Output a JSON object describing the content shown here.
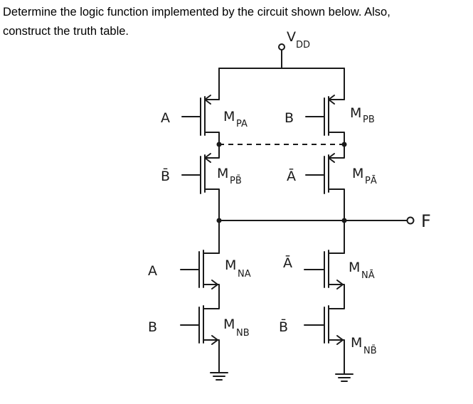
{
  "question": {
    "line1": "Determine the logic function implemented by the circuit shown below. Also,",
    "line2": "construct the truth table."
  },
  "supply": {
    "main": "V",
    "sub": "DD"
  },
  "output": "F",
  "transistors": {
    "mpa": {
      "gate": "A",
      "name": "M",
      "sub": "PA"
    },
    "mpb": {
      "gate": "B",
      "name": "M",
      "sub": "PB"
    },
    "mpbbar": {
      "gate": "B̄",
      "name": "M",
      "sub": "PB̄"
    },
    "mpabar": {
      "gate": "Ā",
      "name": "M",
      "sub": "PĀ"
    },
    "mna": {
      "gate": "A",
      "name": "M",
      "sub": "NA"
    },
    "mnabar": {
      "gate": "Ā",
      "name": "M",
      "sub": "NĀ"
    },
    "mnb": {
      "gate": "B",
      "name": "M",
      "sub": "NB"
    },
    "mnbbar": {
      "gate": "B̄",
      "name": "M",
      "sub": "NB̄"
    }
  }
}
